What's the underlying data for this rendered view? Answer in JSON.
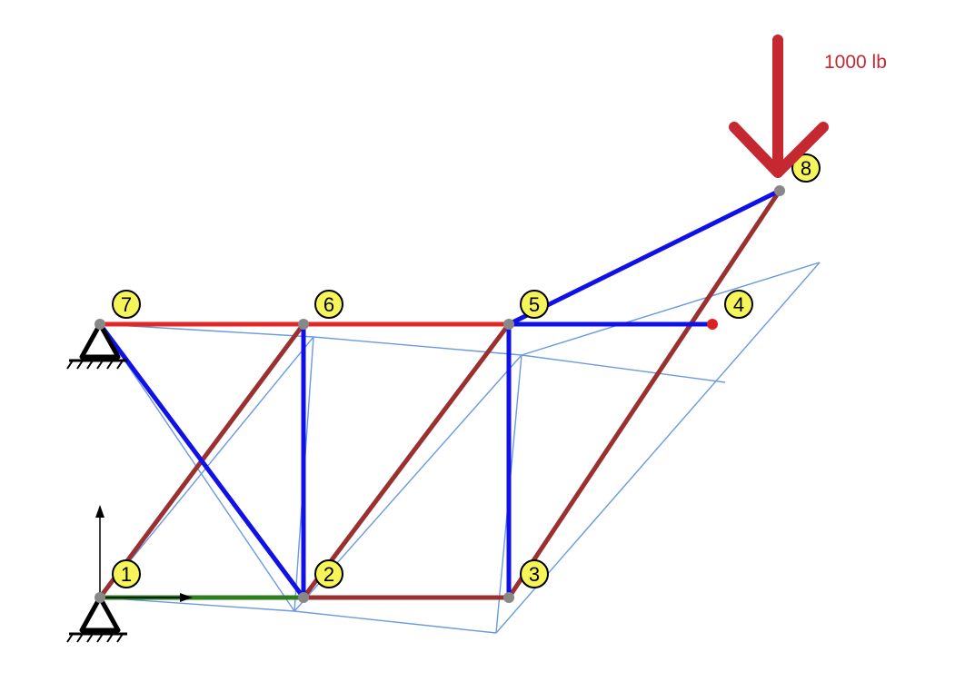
{
  "diagram": {
    "load": {
      "label": "1000 lb",
      "node": "8",
      "color": "#c62832"
    },
    "nodes": [
      {
        "id": "1",
        "support": "pin"
      },
      {
        "id": "2"
      },
      {
        "id": "3"
      },
      {
        "id": "4",
        "color": "#e02020"
      },
      {
        "id": "5"
      },
      {
        "id": "6"
      },
      {
        "id": "7",
        "support": "pin"
      },
      {
        "id": "8"
      }
    ],
    "members": [
      {
        "from": "1",
        "to": "2",
        "color": "#2e7d1f"
      },
      {
        "from": "2",
        "to": "3",
        "color": "#9b3030"
      },
      {
        "from": "1",
        "to": "6",
        "color": "#9b3030"
      },
      {
        "from": "2",
        "to": "5",
        "color": "#9b3030"
      },
      {
        "from": "3",
        "to": "8",
        "color": "#9b3030"
      },
      {
        "from": "7",
        "to": "2",
        "color": "#1010e8"
      },
      {
        "from": "6",
        "to": "2",
        "color": "#1010e8"
      },
      {
        "from": "5",
        "to": "3",
        "color": "#1010e8"
      },
      {
        "from": "5",
        "to": "4",
        "color": "#1010e8"
      },
      {
        "from": "5",
        "to": "8",
        "color": "#1010e8"
      },
      {
        "from": "7",
        "to": "6",
        "color": "#e02828"
      },
      {
        "from": "6",
        "to": "5",
        "color": "#e02828"
      }
    ],
    "colors": {
      "deformed_shape": "#6a9ae0",
      "node_dot": "#888888",
      "label_fill": "#f5f55a",
      "label_stroke": "#000000",
      "support": "#000000"
    }
  }
}
